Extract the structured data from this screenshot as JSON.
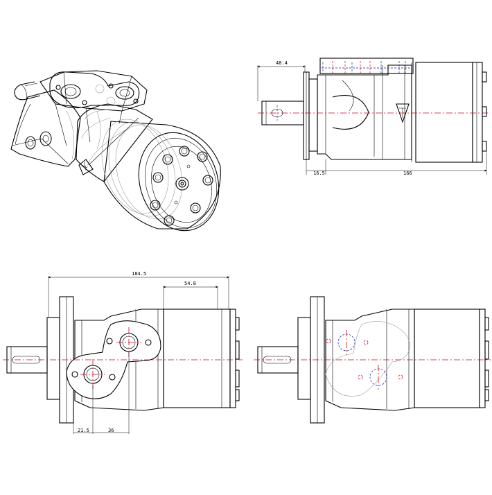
{
  "dimensions": {
    "side_shaft_length": "48.4",
    "side_flange_width": "16.5",
    "side_body_length": "166",
    "front_total_length": "184.5",
    "front_housing_length": "54.8",
    "front_port_offset_a": "21.5",
    "front_port_offset_b": "36"
  },
  "colors": {
    "outline": "#000000",
    "centerline": "#d0021b",
    "hidden_line": "#1a1aa6",
    "iso_line": "#9a9a9a"
  },
  "icons": [
    "brand-logo-icon"
  ]
}
